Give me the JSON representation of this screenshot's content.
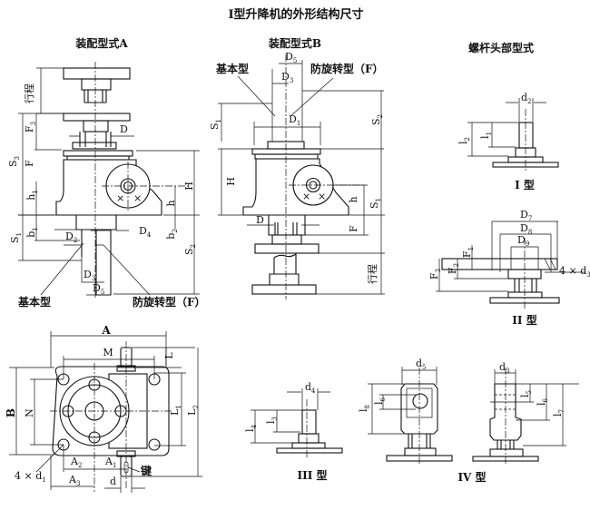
{
  "title": "I型升降机的外形结构尺寸",
  "views": {
    "assembly_a": {
      "heading": "装配型式A",
      "callout_basic": "基本型",
      "callout_anti_rotation": "防旋转型（F）",
      "dims": {
        "stroke": "行程",
        "F3": "F",
        "F3_sub": "3",
        "D": "D",
        "F": "F",
        "S3": "S",
        "S3_sub": "3",
        "h1": "h",
        "h1_sub": "1",
        "H": "H",
        "h": "h",
        "S1": "S",
        "S1_sub": "1",
        "b1": "b",
        "b1_sub": "1",
        "b2": "b",
        "b2_sub": "2",
        "S2": "S",
        "S2_sub": "2",
        "D2": "D",
        "D2_sub": "2",
        "D4": "D",
        "D4_sub": "4",
        "D3": "D",
        "D3_sub": "3",
        "D5": "D",
        "D5_sub": "5"
      }
    },
    "assembly_b": {
      "heading": "装配型式B",
      "callout_basic": "基本型",
      "callout_anti_rotation": "防旋转型（F）",
      "dims": {
        "D5": "D",
        "D5_sub": "5",
        "D3": "D",
        "D3_sub": "3",
        "D1": "D",
        "D1_sub": "1",
        "S1_top": "S",
        "S1_top_sub": "1",
        "S2": "S",
        "S2_sub": "2",
        "H": "H",
        "h": "h",
        "S1": "S",
        "S1_sub": "1",
        "D": "D",
        "F": "F",
        "stroke": "行程"
      }
    },
    "plan_view": {
      "dims": {
        "A": "A",
        "M": "M",
        "B": "B",
        "N": "N",
        "L": "L",
        "L1": "L",
        "L1_sub": "1",
        "L2": "L",
        "L2_sub": "2",
        "A1": "A",
        "A1_sub": "1",
        "A2": "A",
        "A2_sub": "2",
        "A3": "A",
        "A3_sub": "3",
        "holes": "4 × d",
        "holes_sub": "1",
        "d": "d",
        "key": "键"
      }
    },
    "screw_heads": {
      "heading": "螺杆头部型式",
      "type_1": {
        "label": "I 型",
        "d2": "d",
        "d2_sub": "2",
        "l1": "l",
        "l1_sub": "1",
        "l2": "l",
        "l2_sub": "2"
      },
      "type_2": {
        "label": "II 型",
        "D7": "D",
        "D7_sub": "7",
        "D8": "D",
        "D8_sub": "8",
        "D9": "D",
        "D9_sub": "9",
        "F1": "F",
        "F1_sub": "1",
        "F2": "F",
        "F2_sub": "2",
        "F3": "F",
        "F3_sub": "3",
        "holes": "4 × d",
        "holes_sub": "3"
      },
      "type_3": {
        "label": "III 型",
        "d4": "d",
        "d4_sub": "4",
        "l3": "l",
        "l3_sub": "3",
        "l4": "l",
        "l4_sub": "4"
      },
      "type_4": {
        "label": "IV 型",
        "d5": "d",
        "d5_sub": "5",
        "d3": "d",
        "d3_sub": "3",
        "l5": "l",
        "l5_sub": "5",
        "l6": "l",
        "l6_sub": "6",
        "l7": "l",
        "l7_sub": "7",
        "l8": "l",
        "l8_sub": "8"
      }
    }
  }
}
